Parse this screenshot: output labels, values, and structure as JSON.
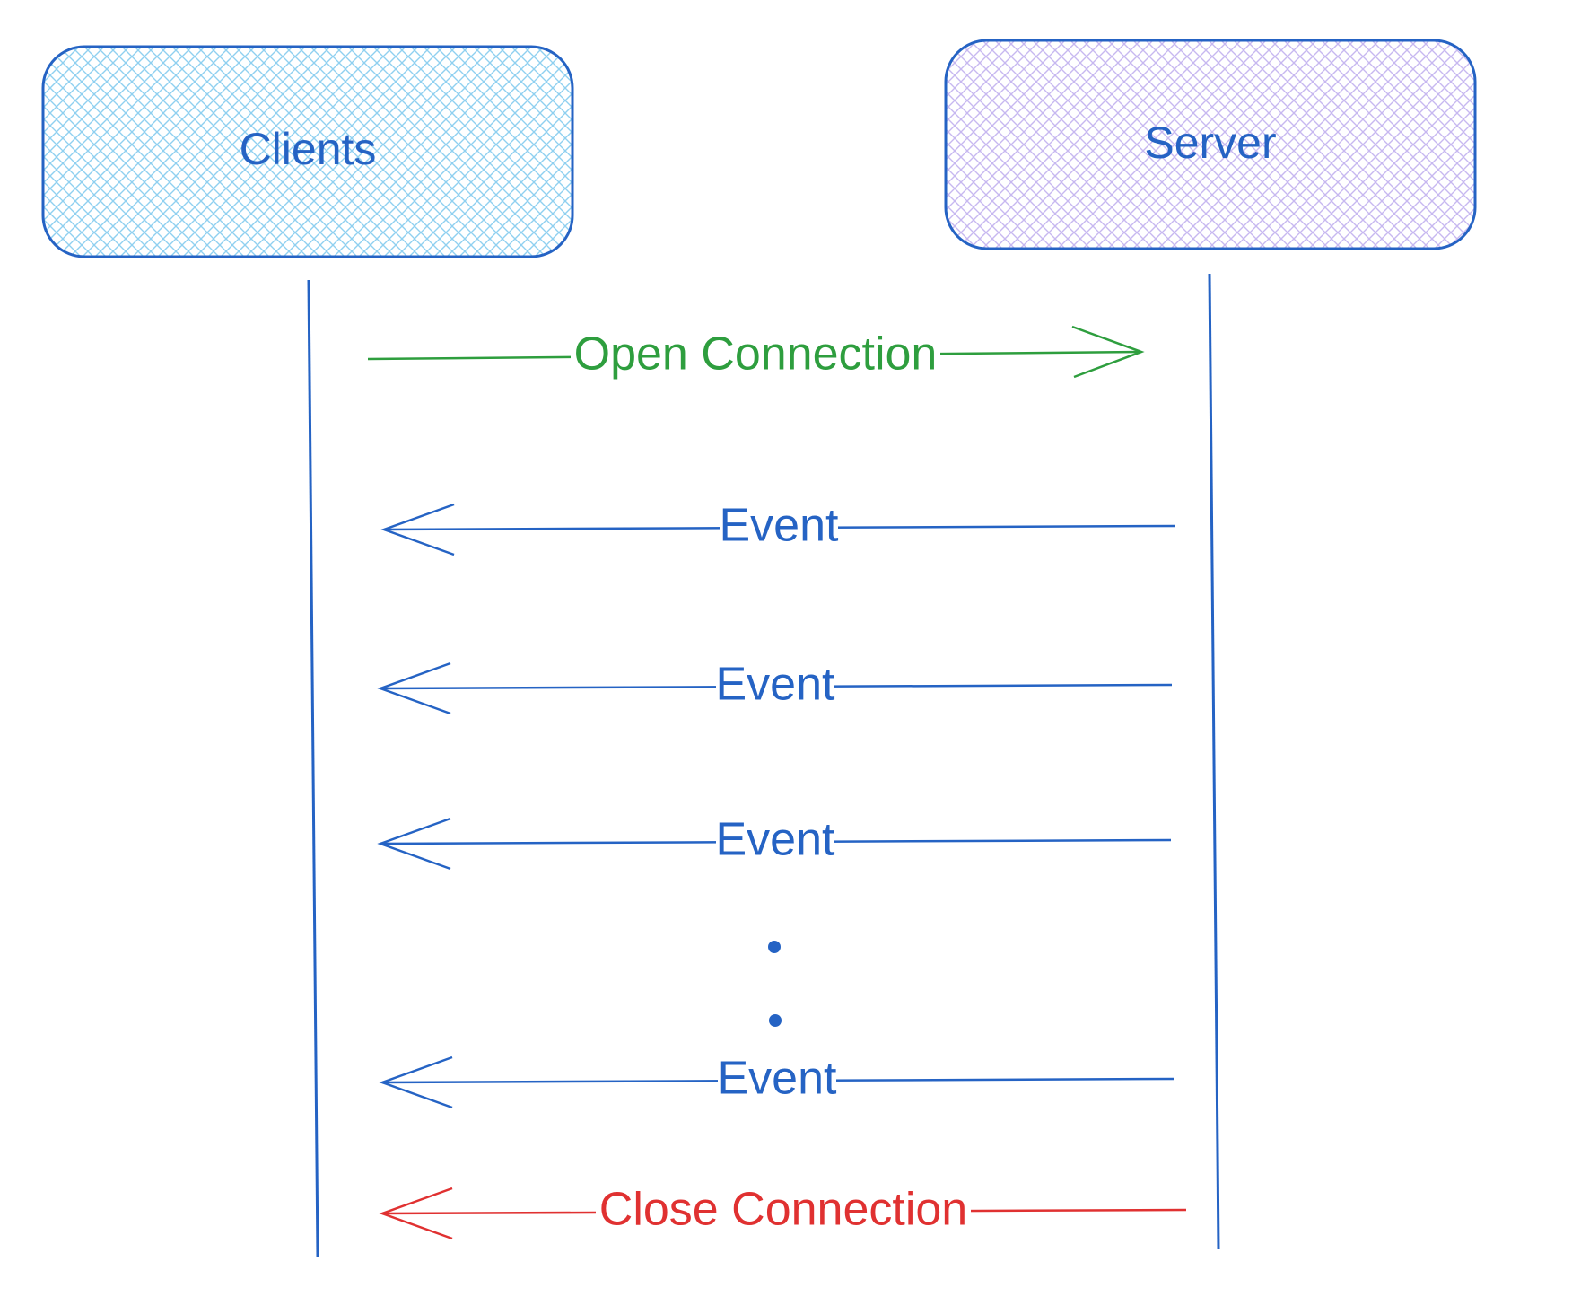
{
  "colors": {
    "blue": "#2563c4",
    "green": "#2e9e3e",
    "red": "#e03131",
    "clients_hatch": "#8fd0f0",
    "server_hatch": "#c7b8f0"
  },
  "participants": {
    "clients": {
      "label": "Clients"
    },
    "server": {
      "label": "Server"
    }
  },
  "messages": [
    {
      "label": "Open Connection",
      "direction": "to-server",
      "color": "green"
    },
    {
      "label": "Event",
      "direction": "to-client",
      "color": "blue"
    },
    {
      "label": "Event",
      "direction": "to-client",
      "color": "blue"
    },
    {
      "label": "Event",
      "direction": "to-client",
      "color": "blue"
    },
    {
      "label": "Event",
      "direction": "to-client",
      "color": "blue"
    },
    {
      "label": "Close Connection",
      "direction": "to-client",
      "color": "red"
    }
  ],
  "continuation_dots": 2
}
